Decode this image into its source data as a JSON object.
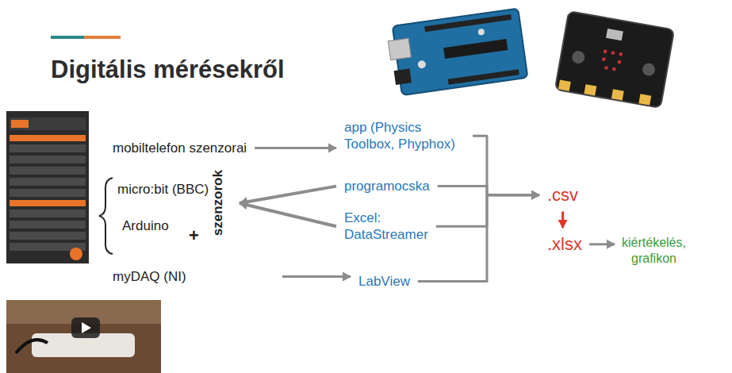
{
  "diagram": {
    "title": "Digitális mérésekről",
    "nodes": [
      {
        "text": [
          "mobiltelefon szenzorai"
        ]
      },
      {
        "text": [
          "app (Physics Toolbox, Phyphox)"
        ]
      },
      {
        "text": [
          "micro:bit (BBC)"
        ]
      },
      {
        "text": [
          "Arduino"
        ]
      },
      {
        "text": [
          "szenzorok"
        ]
      },
      {
        "text": [
          "programocska"
        ]
      },
      {
        "text": [
          "Excel: DataStreamer"
        ]
      },
      {
        "text": [
          "myDAQ (NI)"
        ]
      },
      {
        "text": [
          "LabView"
        ]
      },
      {
        "text": [
          ".csv"
        ]
      },
      {
        "text": [
          ".xlsx"
        ]
      },
      {
        "text": [
          "kiértékelés, grafikon"
        ]
      }
    ],
    "edges": [
      {
        "from": 0,
        "to": 1,
        "arrow": "to"
      },
      {
        "from": 7,
        "to": 8,
        "arrow": "to"
      },
      {
        "from": 5,
        "to": 4,
        "arrow": "to"
      },
      {
        "from": 6,
        "to": 4,
        "arrow": "to"
      },
      {
        "from": 1,
        "to": 9,
        "arrow": "to"
      },
      {
        "from": 5,
        "to": 9,
        "arrow": "to"
      },
      {
        "from": 6,
        "to": 9,
        "arrow": "to"
      },
      {
        "from": 8,
        "to": 9,
        "arrow": "to"
      },
      {
        "from": 9,
        "to": 10,
        "arrow": "to"
      },
      {
        "from": 10,
        "to": 11,
        "arrow": "to"
      }
    ],
    "labels": [
      "+"
    ]
  }
}
